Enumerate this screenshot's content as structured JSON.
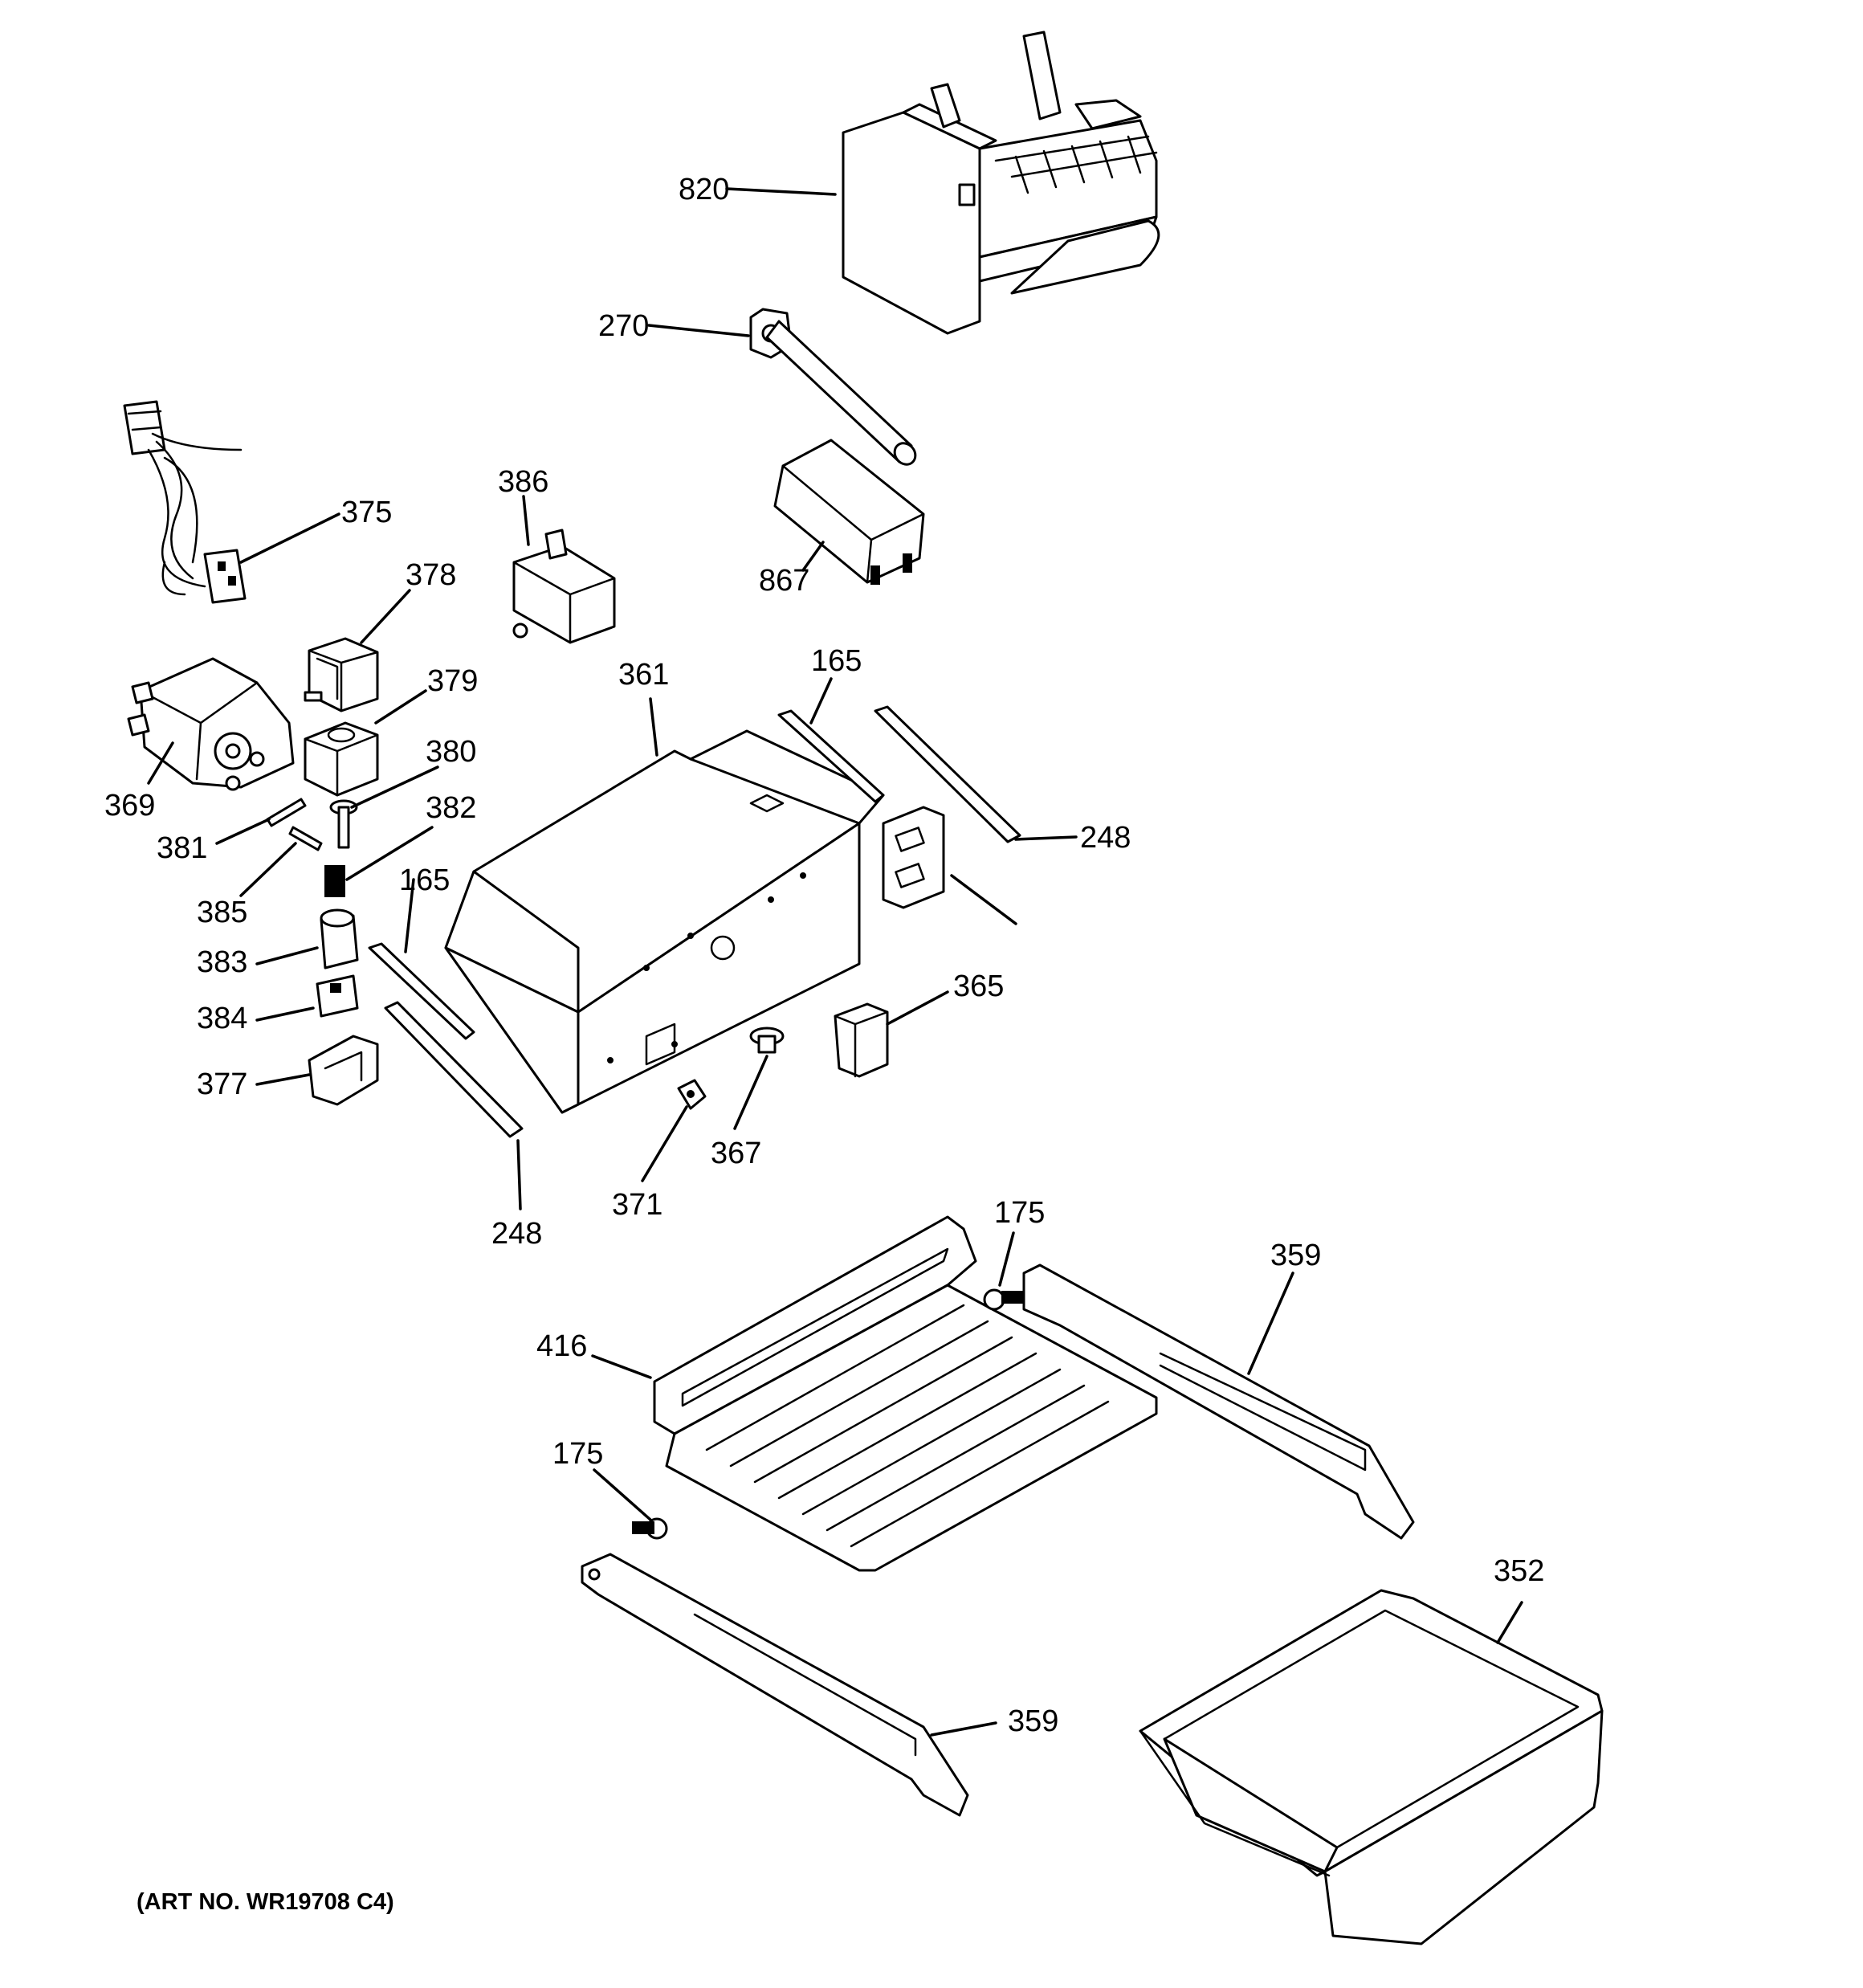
{
  "diagram": {
    "art_number": "(ART NO. WR19708 C4)",
    "callouts": {
      "p820": "820",
      "p270": "270",
      "p375": "375",
      "p386": "386",
      "p867": "867",
      "p378": "378",
      "p379": "379",
      "p369": "369",
      "p380": "380",
      "p381": "381",
      "p382": "382",
      "p385": "385",
      "p383": "383",
      "p384": "384",
      "p377": "377",
      "p361": "361",
      "p165_top": "165",
      "p165_left": "165",
      "p248_right": "248",
      "p248_bottom": "248",
      "p365": "365",
      "p367": "367",
      "p371": "371",
      "p175_top": "175",
      "p175_left": "175",
      "p359_top": "359",
      "p359_bottom": "359",
      "p416": "416",
      "p352": "352"
    }
  }
}
